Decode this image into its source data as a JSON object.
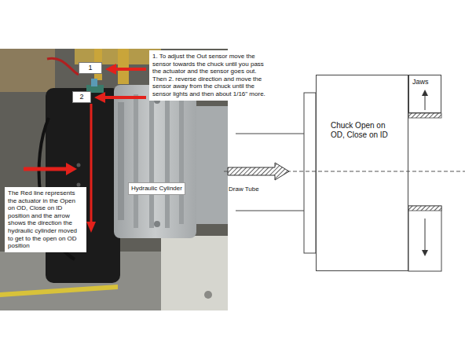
{
  "diagram": {
    "nodes": [
      {
        "text": [
          "1"
        ]
      },
      {
        "text": [
          "2"
        ]
      },
      {
        "text": [
          "Hydraulic Cylinder"
        ]
      },
      {
        "text": [
          "The Red line represents the actuator in the Open on OD, Close on ID position and the arrow shows the direction the hydraulic cylinder moved to get to the open on OD position"
        ]
      },
      {
        "text": [
          "Chuck Open on OD, Close on ID"
        ]
      },
      {
        "text": [
          "Jaws"
        ]
      }
    ],
    "labels": [
      "1. To adjust the Out sensor move the sensor towards the chuck until you pass the actuator and the sensor goes out. Then 2. reverse direction and move the sensor away from the chuck until the sensor lights and then about 1/16\" more.",
      "Draw Tube"
    ]
  }
}
